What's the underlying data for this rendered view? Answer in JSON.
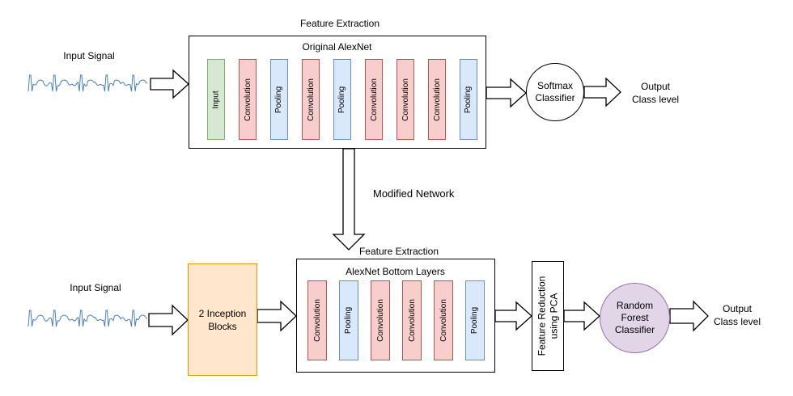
{
  "top": {
    "input_label": "Input Signal",
    "section_title": "Feature Extraction",
    "box_title": "Original AlexNet",
    "layers": [
      "Input",
      "Convolution",
      "Pooling",
      "Convolution",
      "Pooling",
      "Convolution",
      "Convolution",
      "Convolution",
      "Pooling"
    ],
    "classifier": [
      "Softmax",
      "Classifier"
    ],
    "output": [
      "Output",
      "Class level"
    ]
  },
  "middle": {
    "label": "Modified Network"
  },
  "bottom": {
    "input_label": "Input Signal",
    "inception": [
      "2 Inception",
      "Blocks"
    ],
    "section_title": "Feature Extraction",
    "box_title": "AlexNet Bottom Layers",
    "layers": [
      "Convolution",
      "Pooling",
      "Convolution",
      "Convolution",
      "Convolution",
      "Pooling"
    ],
    "reduction": [
      "Feature Reduction",
      "using PCA"
    ],
    "classifier": [
      "Random",
      "Forest",
      "Classifier"
    ],
    "output": [
      "Output",
      "Class level"
    ]
  },
  "colors": {
    "convolution_fill": "#f8cecc",
    "convolution_border": "#b85450",
    "pooling_fill": "#dae8fc",
    "pooling_border": "#6c8ebf",
    "input_fill": "#d5e8d4",
    "input_border": "#82b366",
    "inception_fill": "#ffe6cc",
    "inception_border": "#d79b00",
    "random_forest_fill": "#e1d5e7",
    "random_forest_border": "#9673a6",
    "signal_color": "#4a7ebb"
  }
}
